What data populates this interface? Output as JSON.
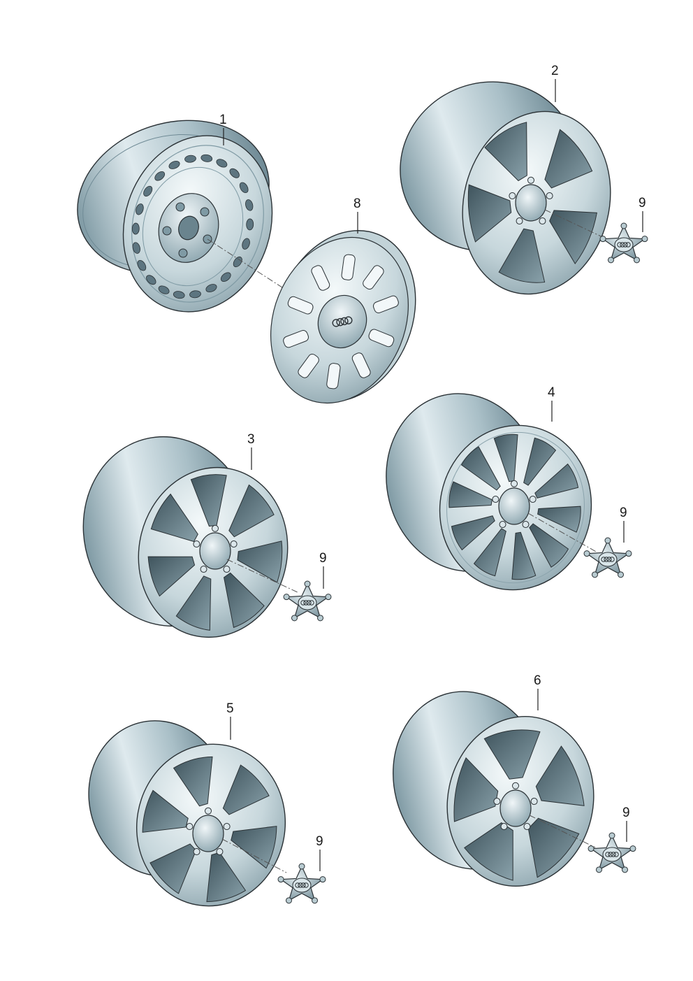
{
  "callouts": {
    "c1": "1",
    "c2": "2",
    "c3": "3",
    "c4": "4",
    "c5": "5",
    "c6": "6",
    "c8": "8",
    "c9a": "9",
    "c9b": "9",
    "c9c": "9",
    "c9d": "9",
    "c9e": "9"
  },
  "colors": {
    "rim_light": "#e6f0f3",
    "rim_mid": "#b9cdd4",
    "rim_dark": "#7f9aa4",
    "window_dark": "#5d7580",
    "outline": "#2b3236"
  },
  "parts": [
    {
      "callout": "1",
      "icon": "steel-wheel-icon"
    },
    {
      "callout": "2",
      "icon": "alloy-wheel-icon"
    },
    {
      "callout": "3",
      "icon": "alloy-wheel-icon"
    },
    {
      "callout": "4",
      "icon": "alloy-wheel-icon"
    },
    {
      "callout": "5",
      "icon": "alloy-wheel-icon"
    },
    {
      "callout": "6",
      "icon": "alloy-wheel-icon"
    },
    {
      "callout": "8",
      "icon": "hubcap-icon"
    },
    {
      "callout": "9",
      "icon": "center-cap-icon"
    }
  ]
}
